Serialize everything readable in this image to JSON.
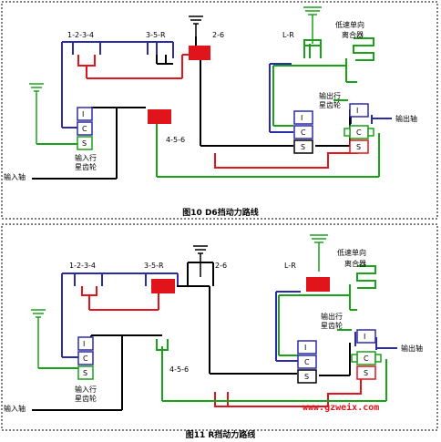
{
  "colors": {
    "blue": "#2b2ba8",
    "green": "#1aa11a",
    "red": "#e0151b",
    "black": "#000000",
    "wm": "#e0151b"
  },
  "diagram1": {
    "caption": "图10 D6挡动力路线",
    "labels": {
      "c1234": "1-2-3-4",
      "c35r": "3-5-R",
      "c26": "2-6",
      "lr": "L-R",
      "c456": "4-5-6",
      "oneway1": "低速单向",
      "oneway2": "离合器",
      "in_gear1": "输入行",
      "in_gear2": "星齿轮",
      "out_gear1": "输出行",
      "out_gear2": "星齿轮",
      "in_shaft": "输入轴",
      "out_shaft": "输出轴",
      "l_i": "I",
      "l_c": "C",
      "l_s": "S",
      "r_i": "I",
      "r_c": "C",
      "r_s": "S",
      "o_i": "I",
      "o_c": "C",
      "o_s": "S"
    }
  },
  "diagram2": {
    "caption": "图11 R挡动力路线",
    "watermark": "www.gzweix.com",
    "labels": {
      "c1234": "1-2-3-4",
      "c35r": "3-5-R",
      "c26": "2-6",
      "lr": "L-R",
      "c456": "4-5-6",
      "oneway1": "低速单向",
      "oneway2": "离合器",
      "in_gear1": "输入行",
      "in_gear2": "星齿轮",
      "out_gear1": "输出行",
      "out_gear2": "星齿轮",
      "in_shaft": "输入轴",
      "out_shaft": "输出轴",
      "l_i": "I",
      "l_c": "C",
      "l_s": "S",
      "r_i": "I",
      "r_c": "C",
      "r_s": "S",
      "o_i": "I",
      "o_c": "C",
      "o_s": "S"
    }
  }
}
